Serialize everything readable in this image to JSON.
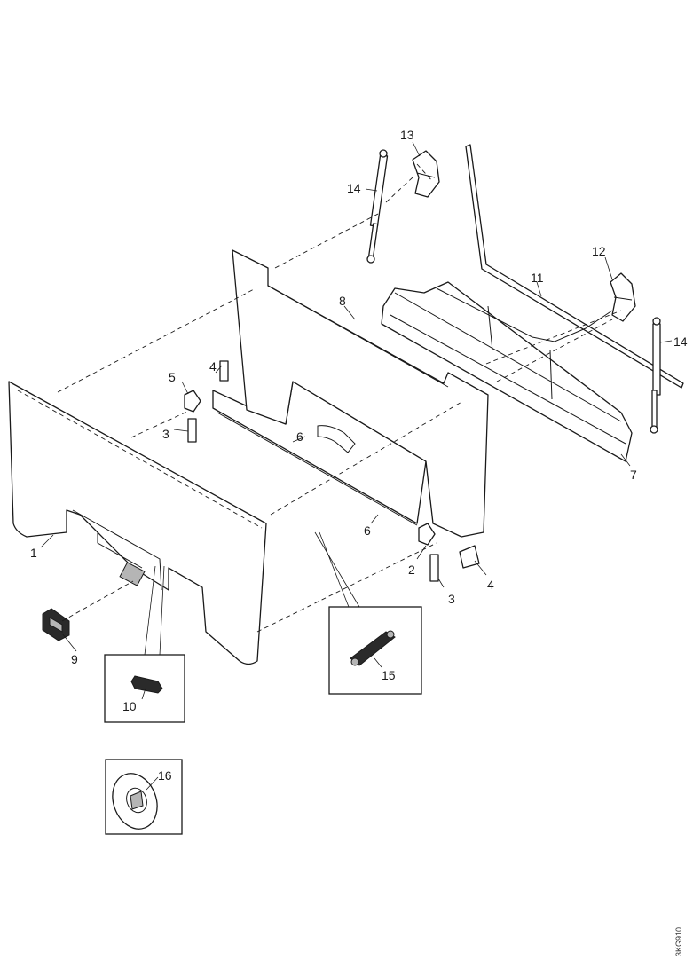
{
  "callouts": {
    "c1": "1",
    "c2": "2",
    "c3a": "3",
    "c3b": "3",
    "c4a": "4",
    "c4b": "4",
    "c5": "5",
    "c6a": "6",
    "c6b": "6",
    "c7": "7",
    "c8": "8",
    "c9": "9",
    "c10": "10",
    "c11": "11",
    "c12": "12",
    "c13": "13",
    "c14a": "14",
    "c14b": "14",
    "c15": "15",
    "c16": "16"
  },
  "figure_code": "3KG910"
}
